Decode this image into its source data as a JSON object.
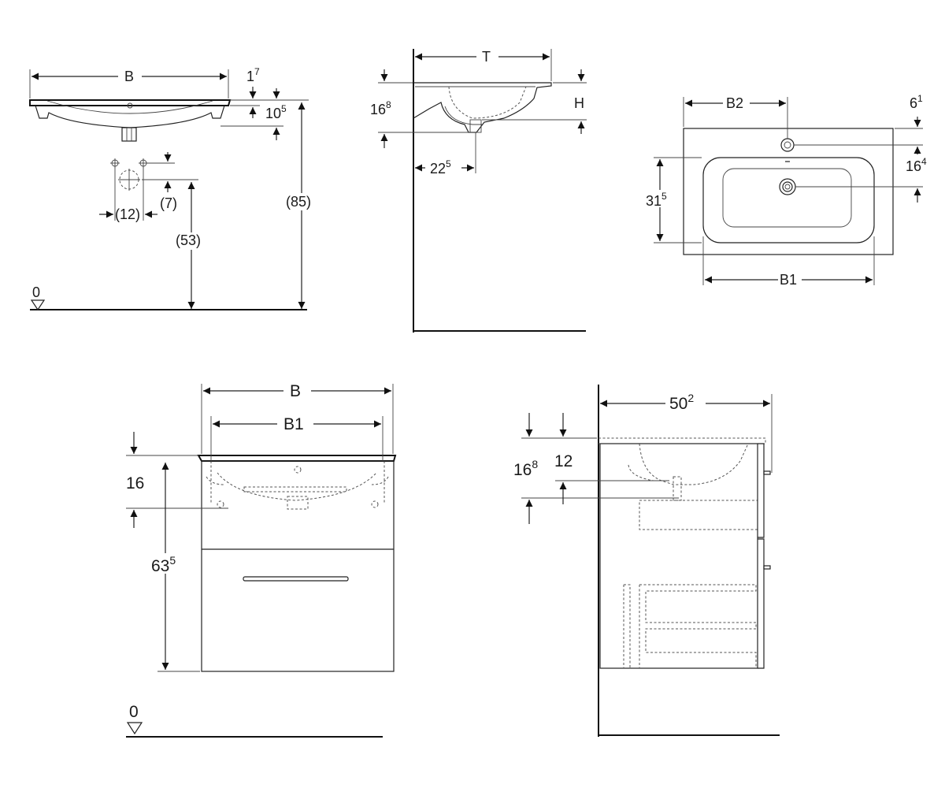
{
  "views": {
    "basin_front": {
      "width_label": "B",
      "rim_base": "1",
      "rim_sup": "7",
      "depth_base": "10",
      "depth_sup": "5",
      "tap_spacing": "(12)",
      "tap_offset": "(7)",
      "tap_height": "(53)",
      "total_height": "(85)",
      "floor_label": "0"
    },
    "basin_side": {
      "depth_label": "T",
      "height_label": "H",
      "height_base": "16",
      "height_sup": "8",
      "drain_base": "22",
      "drain_sup": "5"
    },
    "basin_top": {
      "b2_label": "B2",
      "b1_label": "B1",
      "tap_hole_base": "6",
      "tap_hole_sup": "1",
      "drain_off_base": "16",
      "drain_off_sup": "4",
      "bowl_depth_base": "31",
      "bowl_depth_sup": "5"
    },
    "cabinet_front": {
      "width_label": "B",
      "inner_width_label": "B1",
      "basin_depth": "16",
      "height_base": "63",
      "height_sup": "5",
      "floor_label": "0"
    },
    "cabinet_side": {
      "depth_base": "50",
      "depth_sup": "2",
      "basin_base": "16",
      "basin_sup": "8",
      "siphon": "12"
    }
  }
}
